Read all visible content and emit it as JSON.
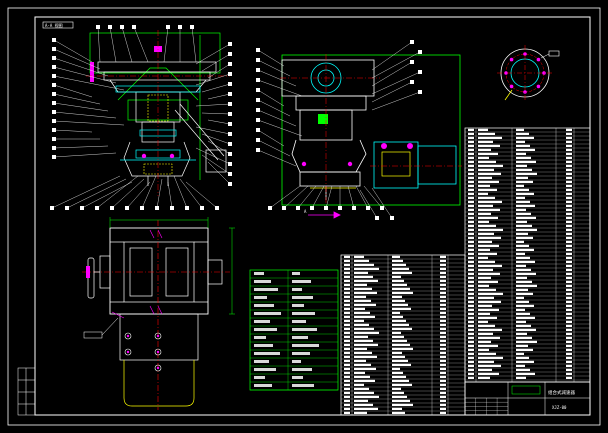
{
  "colors": {
    "background": "#000000",
    "frame": "#ffffff",
    "part": "#ffffff",
    "highlight": "#00ff00",
    "hidden": "#ffff00",
    "centerline": "#ff0000",
    "cut": "#00ffff",
    "accent": "#ff00ff",
    "callout": "#ffffff"
  },
  "drawing": {
    "view_label": "A-A 视图",
    "title": "组合式减速器",
    "drawing_no": "XJZ-00",
    "section_mark": "A"
  }
}
